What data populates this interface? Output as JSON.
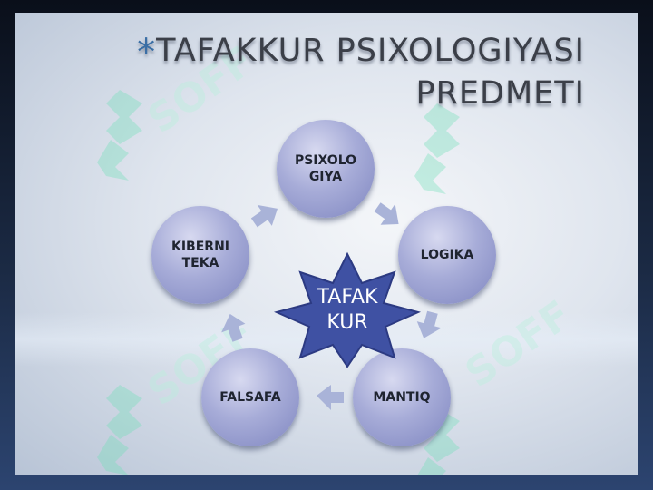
{
  "title": {
    "star": "*",
    "line1": "TAFAKKUR PSIXOLOGIYASI",
    "line2": "PREDMETI"
  },
  "diagram": {
    "center": "TAFAK\nKUR",
    "nodes": {
      "psixologiya": "PSIXOLO\nGIYA",
      "logika": "LOGIKA",
      "mantiq": "MANTIQ",
      "falsafa": "FALSAFA",
      "kiberneteka": "KIBERNI\nTEKA"
    }
  },
  "watermark": "SOFF",
  "colors": {
    "node_fill": "#a7acd8",
    "star_fill": "#3f51a3",
    "arrow_fill": "#a9b3d8",
    "watermark": "#b9f0dd"
  }
}
